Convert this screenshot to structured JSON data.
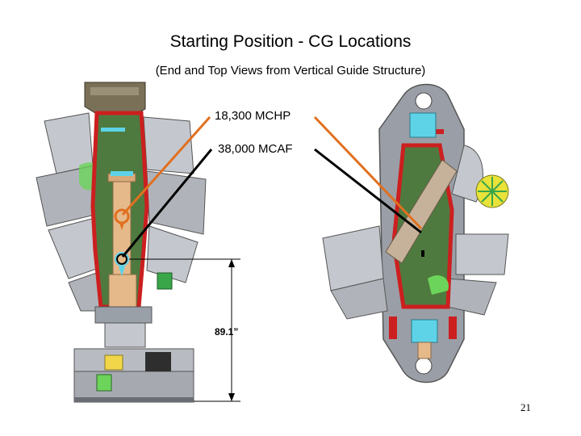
{
  "slide": {
    "title": "Starting Position - CG Locations",
    "subtitle": "(End and Top Views from Vertical Guide Structure)",
    "page_number": "21"
  },
  "annotations": {
    "mchp_label": "18,300 MCHP",
    "mcaf_label": "38,000 MCAF",
    "height_dimension": "89.1”"
  },
  "colors": {
    "mchp_leader": "#e07020",
    "mcaf_leader": "#000000",
    "vessel_gray": "#b8bcc2",
    "vessel_red": "#cc1f1f",
    "interior_green": "#4f7a3f",
    "support_tan": "#e6b98a",
    "highlight_cyan": "#5ed3e8"
  }
}
